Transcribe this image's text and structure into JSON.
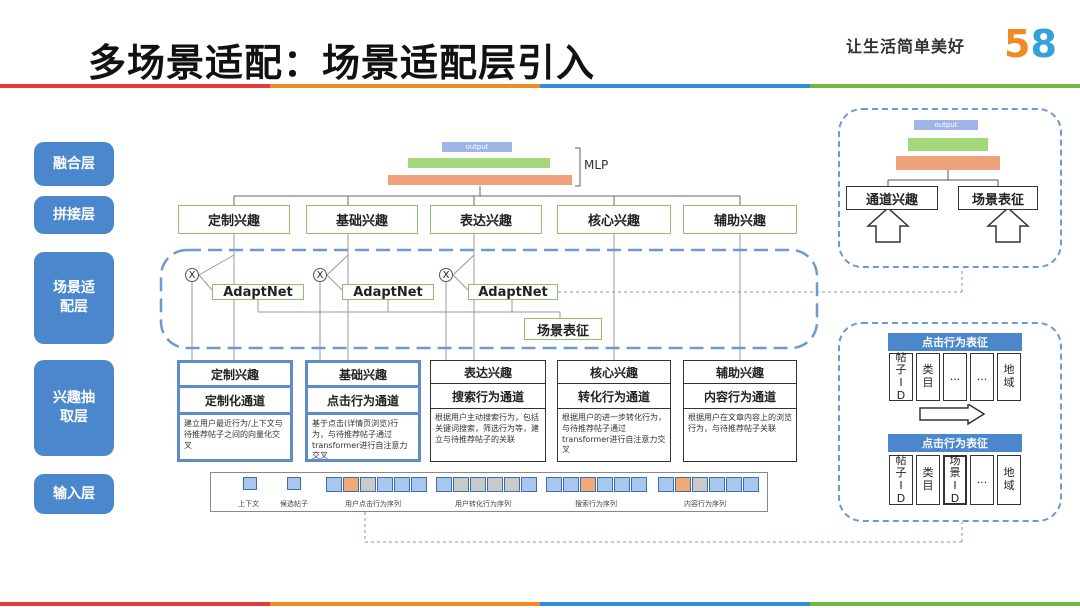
{
  "header": {
    "title": "多场景适配：场景适配层引入",
    "slogan": "让生活简单美好",
    "logo": {
      "five": "5",
      "eight": "8"
    }
  },
  "layers": [
    "融合层",
    "拼接层",
    "场景适配层",
    "兴趣抽取层",
    "输入层"
  ],
  "fusion": {
    "output_label": "output",
    "mlp_label": "MLP"
  },
  "interests": [
    "定制兴趣",
    "基础兴趣",
    "表达兴趣",
    "核心兴趣",
    "辅助兴趣"
  ],
  "adapt": {
    "net_label": "AdaptNet",
    "mult_symbol": "X",
    "scene_label": "场景表征"
  },
  "channels": [
    {
      "interest": "定制兴趣",
      "channel": "定制化通道",
      "desc": "建立用户最近行为/上下文与待推荐帖子之间的向量化交叉"
    },
    {
      "interest": "基础兴趣",
      "channel": "点击行为通道",
      "desc": "基于点击(详情页浏览)行为，与待推荐帖子通过transformer进行自注意力交叉"
    },
    {
      "interest": "表达兴趣",
      "channel": "搜索行为通道",
      "desc": "根据用户主动搜索行为，包括关键词搜索，筛选行为等，建立与待推荐帖子的关联"
    },
    {
      "interest": "核心兴趣",
      "channel": "转化行为通道",
      "desc": "根据用户的进一步转化行为，与待推荐帖子通过transformer进行自注意力交叉"
    },
    {
      "interest": "辅助兴趣",
      "channel": "内容行为通道",
      "desc": "根据用户在文章内容上的浏览行为，与待推荐帖子关联"
    }
  ],
  "inputs": [
    "上下文",
    "候选帖子",
    "用户点击行为序列",
    "用户转化行为序列",
    "搜索行为序列",
    "内容行为序列"
  ],
  "right_top": {
    "output_label": "output",
    "left": "通道兴趣",
    "right": "场景表征"
  },
  "right_bottom": {
    "header": "点击行为表征",
    "top_cells": [
      "帖子ID",
      "类目",
      "...",
      "...",
      "地域"
    ],
    "bottom_cells": [
      "帖子ID",
      "类目",
      "场景ID",
      "...",
      "地域"
    ]
  },
  "colors": {
    "accent": "#4a87cc",
    "green": "#8cc06a",
    "orange": "#f0a27a",
    "dashed": "#6b9bd0"
  }
}
